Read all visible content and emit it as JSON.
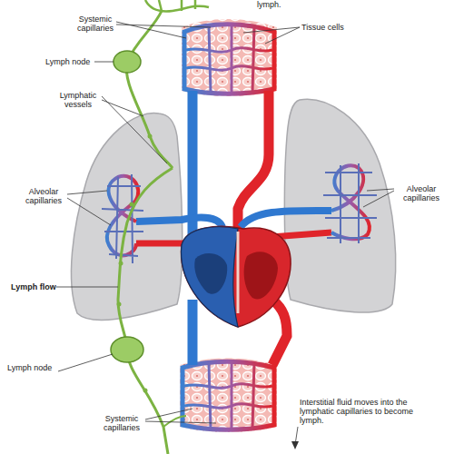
{
  "diagram": {
    "labels": [
      "lymph.",
      "Systemic capillaries",
      "Tissue cells",
      "Lymph node",
      "Lymphatic vessels",
      "Alveolar capillaries",
      "Alveolar capillaries",
      "Lymph flow",
      "Lymph node",
      "Systemic capillaries",
      "Interstitial fluid moves into the lymphatic capillaries to become lymph."
    ]
  }
}
